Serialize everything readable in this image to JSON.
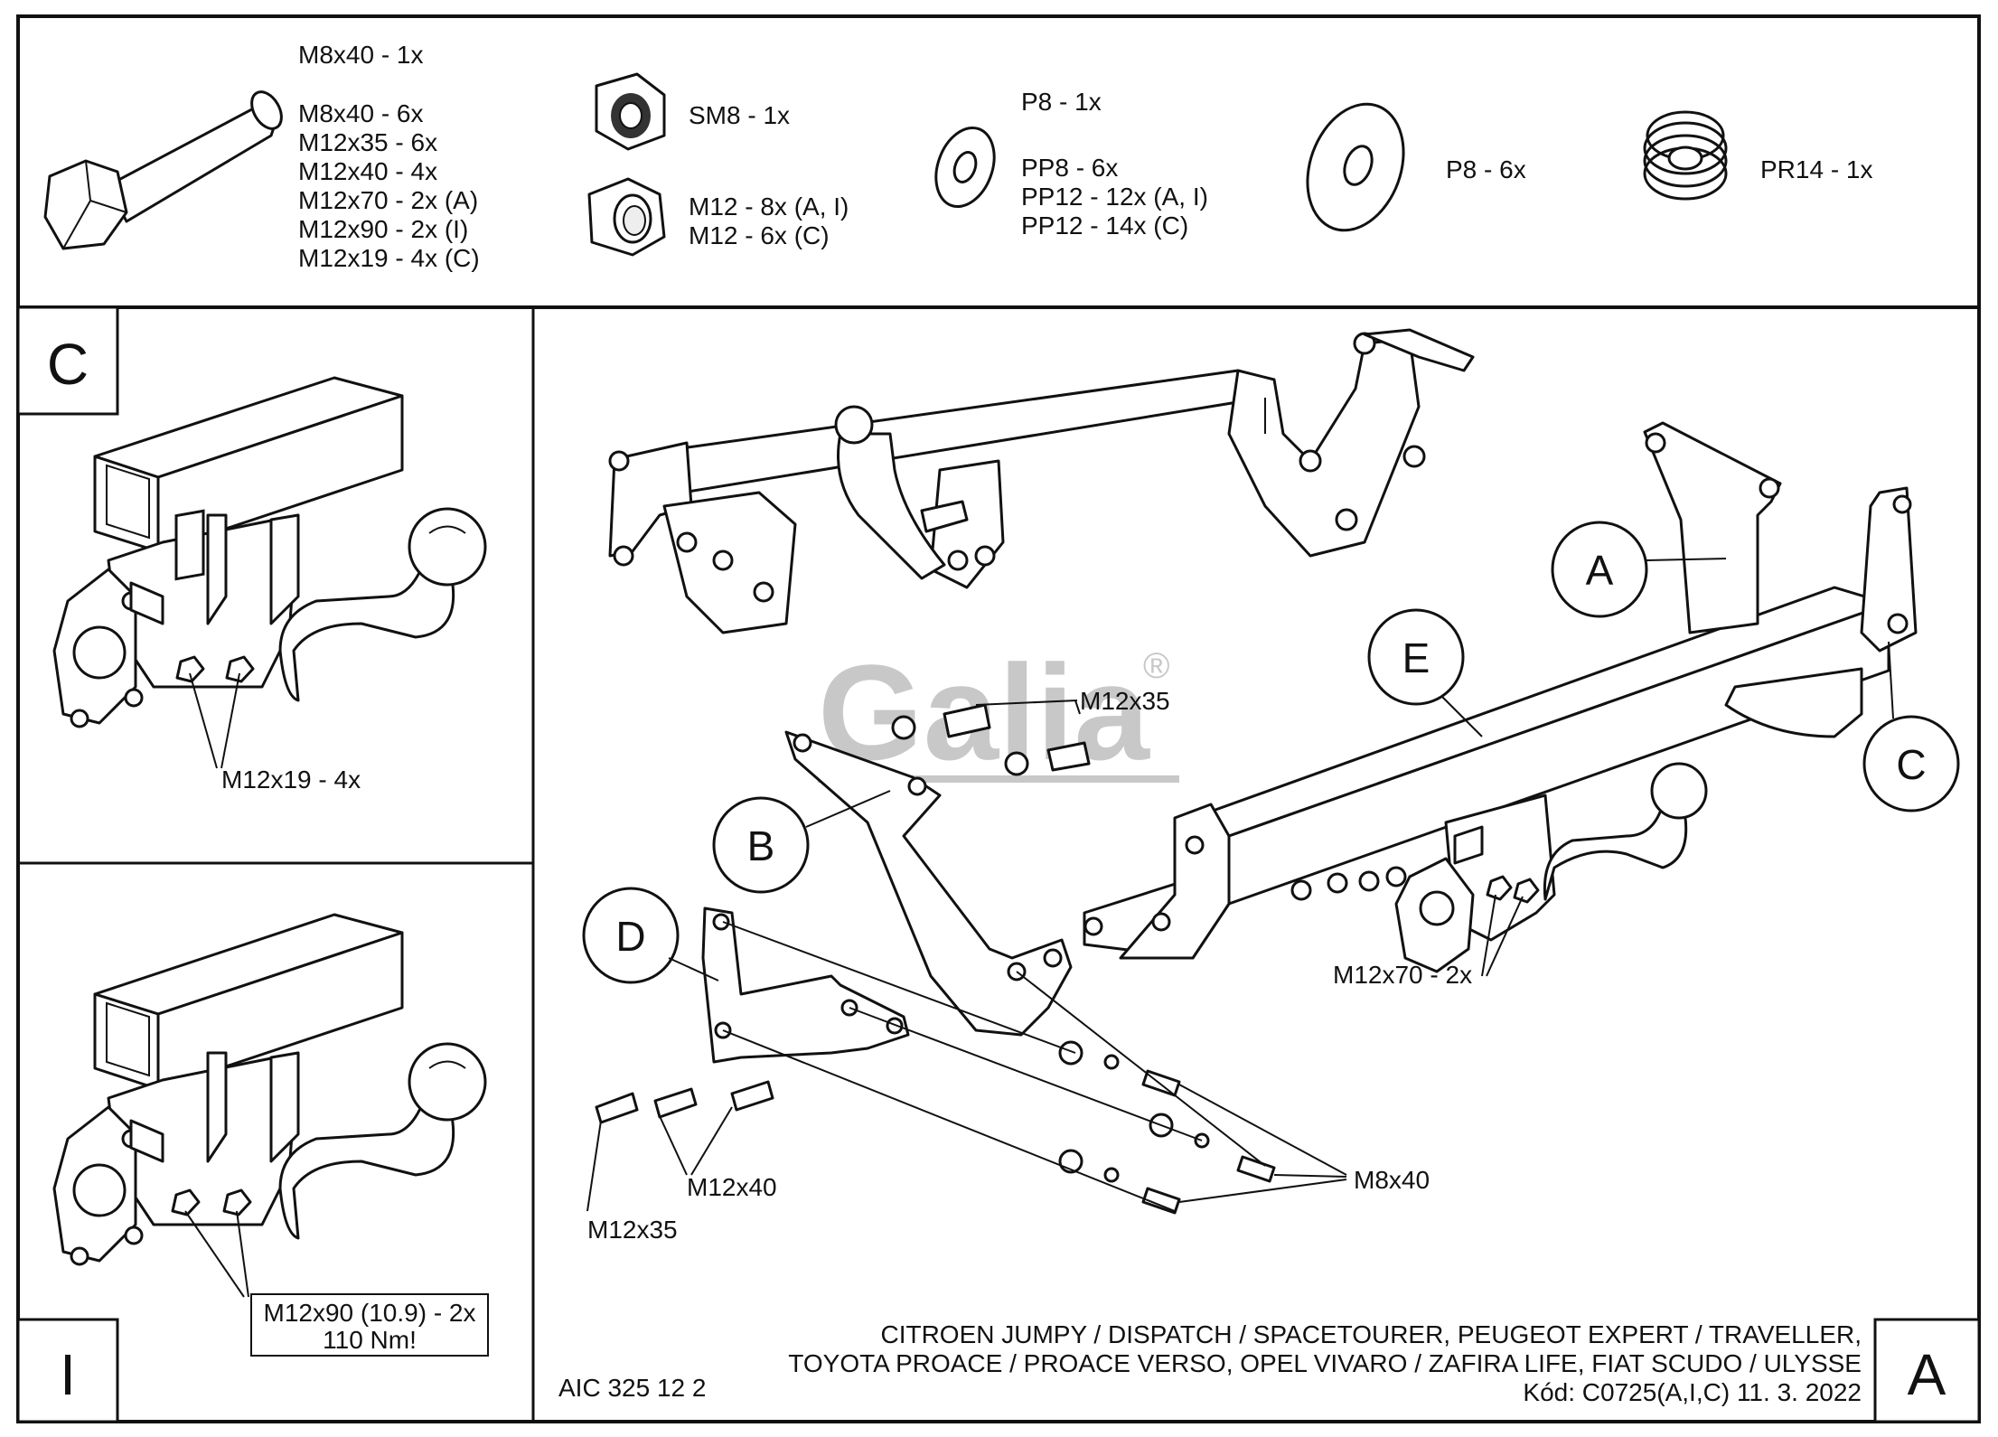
{
  "parts": {
    "bolt": [
      "M8x40 - 1x",
      "M8x40 - 6x",
      "M12x35 - 6x",
      "M12x40 - 4x",
      "M12x70 - 2x (A)",
      "M12x90 - 2x (I)",
      "M12x19 - 4x (C)"
    ],
    "nut_small": "SM8 - 1x",
    "nut_large": [
      "M12 - 8x (A, I)",
      "M12 - 6x (C)"
    ],
    "washer_small": [
      "P8 - 1x",
      "PP8 - 6x",
      "PP12 - 12x (A, I)",
      "PP12 - 14x (C)"
    ],
    "washer_large": "P8 - 6x",
    "spring": "PR14 - 1x"
  },
  "panel_c": {
    "letter": "C",
    "callout": "M12x19 - 4x"
  },
  "panel_i": {
    "letter": "I",
    "callout_line1": "M12x90 (10.9) - 2x",
    "callout_line2": "110 Nm!"
  },
  "main": {
    "bubbles": {
      "a": "A",
      "b": "B",
      "c": "C",
      "d": "D",
      "e": "E"
    },
    "labels": {
      "m12x35_top": "M12x35",
      "m12x70": "M12x70 - 2x",
      "m12x40": "M12x40",
      "m12x35_bottom": "M12x35",
      "m8x40": "M8x40"
    },
    "watermark": "Galia",
    "watermark_mark": "®",
    "code_left": "AIC 325 12 2",
    "title_line1": "CITROEN JUMPY / DISPATCH / SPACETOURER, PEUGEOT EXPERT / TRAVELLER,",
    "title_line2": "TOYOTA PROACE / PROACE VERSO, OPEL VIVARO / ZAFIRA LIFE, FIAT SCUDO / ULYSSE",
    "title_line3": "Kód: C0725(A,I,C)  11. 3. 2022",
    "variant": "A"
  }
}
